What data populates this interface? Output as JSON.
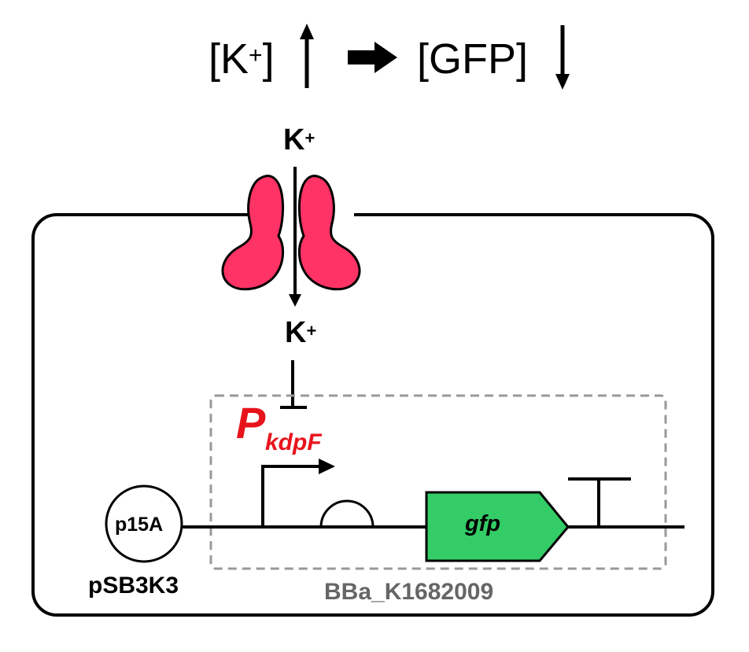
{
  "header": {
    "k_text": "[K",
    "k_sup": "+",
    "k_close": "]",
    "gfp_text": "[GFP]"
  },
  "ion_outside": {
    "text": "K",
    "sup": "+"
  },
  "ion_inside": {
    "text": "K",
    "sup": "+"
  },
  "promoter": {
    "letter": "P",
    "subscript": "kdpF"
  },
  "gene": {
    "label": "gfp"
  },
  "origin": {
    "label": "p15A"
  },
  "plasmid": {
    "label": "pSB3K3"
  },
  "part": {
    "label": "BBa_K1682009"
  },
  "colors": {
    "channel": "#ff3366",
    "gene": "#33cc66",
    "promoter": "#e8141c",
    "part_box": "#999999",
    "part_label": "#666666"
  }
}
